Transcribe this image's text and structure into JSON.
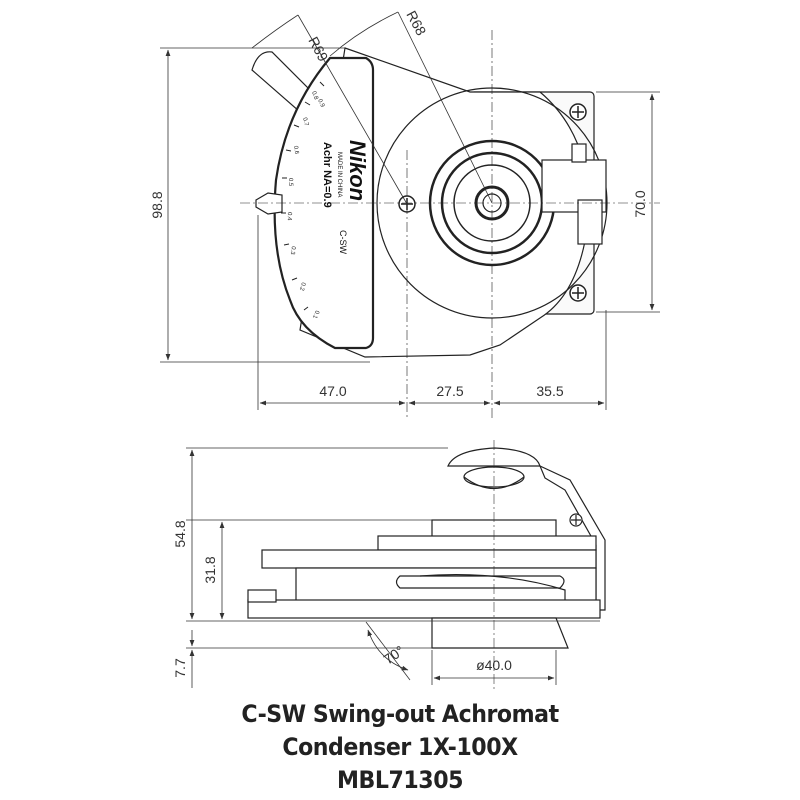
{
  "dimensions": {
    "height_total_top": "98.8",
    "height_mount": "70.0",
    "width_left": "47.0",
    "width_mid": "27.5",
    "width_right": "35.5",
    "radius_outer": "R69",
    "radius_inner": "R68",
    "height_side_total": "54.8",
    "height_side_body": "31.8",
    "height_bottom": "7.7",
    "angle": "70°",
    "diameter": "ø40.0"
  },
  "label": {
    "brand": "Nikon",
    "origin": "MADE IN CHINA",
    "type": "Achr NA=0.9",
    "model": "C-SW"
  },
  "scale_ticks": [
    "0.9",
    "0.8",
    "0.7",
    "0.6",
    "0.5",
    "0.4",
    "0.3",
    "0.2",
    "0.1"
  ],
  "caption": {
    "line1": "C-SW Swing-out Achromat",
    "line2": "Condenser 1X-100X",
    "line3": "MBL71305"
  }
}
